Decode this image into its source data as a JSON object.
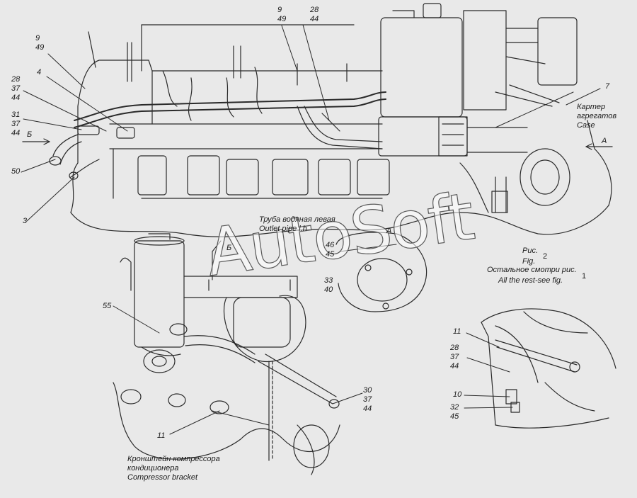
{
  "watermark": "AutoSoft",
  "views": {
    "view_a": "А",
    "view_b": "Б",
    "view_b_small": "Б",
    "view_a_small": "А"
  },
  "callouts": {
    "c9_49_left": [
      "9",
      "49"
    ],
    "c4": "4",
    "c28_37_44_left": [
      "28",
      "37",
      "44"
    ],
    "c31_37_44": [
      "31",
      "37",
      "44"
    ],
    "c50": "50",
    "c3": "3",
    "c9_49_top": [
      "9",
      "49"
    ],
    "c28_44_top": [
      "28",
      "44"
    ],
    "c7": "7",
    "c46_45": [
      "46",
      "45"
    ],
    "c33_40": [
      "33",
      "40"
    ],
    "c55": "55",
    "c30_37_44": [
      "30",
      "37",
      "44"
    ],
    "c11_bottom": "11",
    "c11_right": "11",
    "c28_37_44_right": [
      "28",
      "37",
      "44"
    ],
    "c10": "10",
    "c32_45": [
      "32",
      "45"
    ],
    "c1": "1"
  },
  "notes": {
    "case_ru": "Картер",
    "case_ru2": "агрегатов",
    "case_en": "Case",
    "pipe_ru": "Труба водяная левая",
    "pipe_en": "Outlet pipe l.h",
    "fig_ru": "Рис.",
    "fig_en": "Fig.",
    "fig_num": "2",
    "rest_ru": "Остальное смотри рис.",
    "rest_en": "All the rest-see fig.",
    "bracket_ru1": "Кронштейн компрессора",
    "bracket_ru2": "кондиционера",
    "bracket_en": "Compressor bracket"
  }
}
